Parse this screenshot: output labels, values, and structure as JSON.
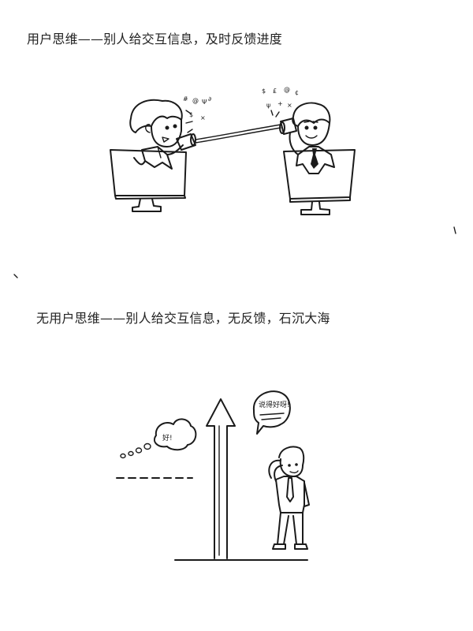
{
  "captions": {
    "with_user_thinking": "用户思维——别人给交互信息，及时反馈进度",
    "without_user_thinking": "无用户思维——别人给交互信息，无反馈，石沉大海"
  },
  "bubbles": {
    "left_cloud": "好!",
    "right_speech": "说得好呀!"
  },
  "icons": {
    "scribble_symbols_left": [
      "#",
      "@",
      "Ψ",
      "✉",
      "∂",
      "×"
    ],
    "scribble_symbols_right": [
      "$",
      "£",
      "@",
      "¢",
      "+",
      "×",
      "ψ"
    ]
  }
}
